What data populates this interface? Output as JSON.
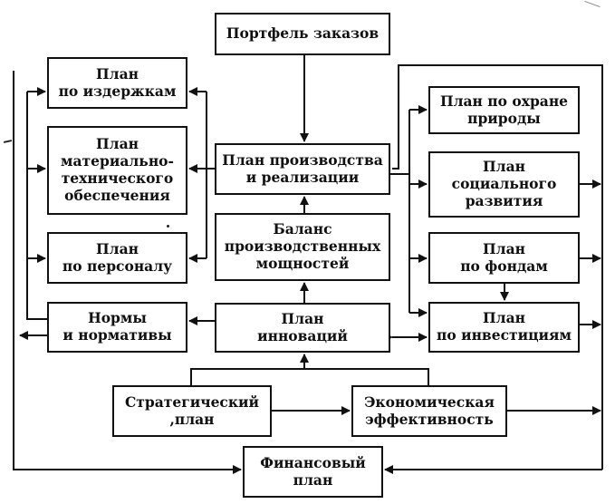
{
  "diagram": {
    "boxes": {
      "portfolio": "Портфель заказов",
      "costs": "План\nпо издержкам",
      "material": "План\nматериально-\nтехнического\nобеспечения",
      "personnel": "План\nпо персоналу",
      "norms": "Нормы\nи нормативы",
      "production": "План производства\nи реализации",
      "capacity": "Баланс\nпроизводственных\nмощностей",
      "innovation": "План\nинноваций",
      "nature": "План по охране\nприроды",
      "social": "План\nсоциального\nразвития",
      "funds": "План\nпо фондам",
      "invest": "План\nпо инвестициям",
      "strategic": "Стратегический\n,план",
      "econ": "Экономическая\nэффективность",
      "finance": "Финансовый\nплан"
    },
    "colors": {
      "line": "#111111",
      "background": "#ffffff"
    }
  }
}
